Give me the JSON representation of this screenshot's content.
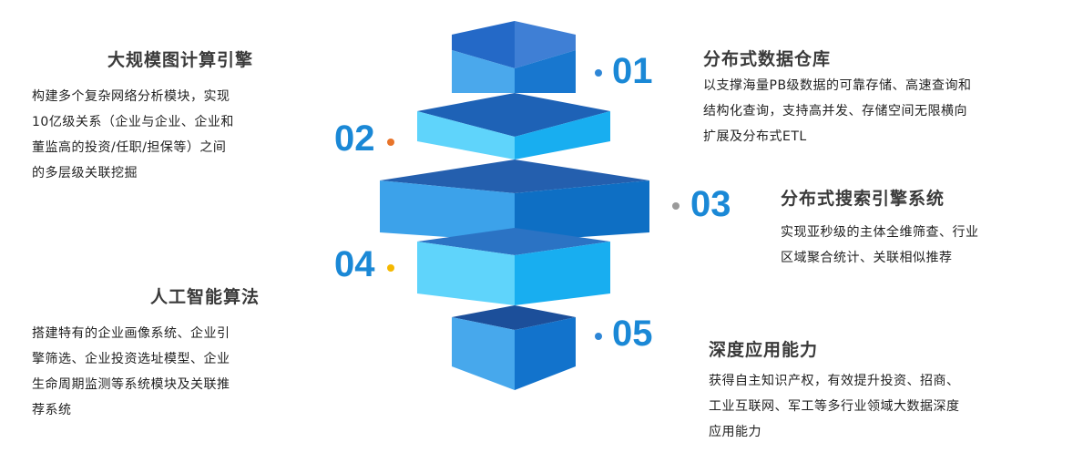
{
  "colors": {
    "number_blue": "#1a88d6",
    "dot_blue": "#2e86d6",
    "dot_orange": "#e8742a",
    "dot_gray": "#9a9a9a",
    "dot_yellow": "#f5b800"
  },
  "items": [
    {
      "number": "01",
      "title": "分布式数据仓库",
      "lines": [
        "以支撑海量PB级数据的可靠存储、高速查询和",
        "结构化查询，支持高并发、存储空间无限横向",
        "扩展及分布式ETL"
      ]
    },
    {
      "number": "02",
      "title": "大规模图计算引擎",
      "lines": [
        "构建多个复杂网络分析模块，实现",
        "10亿级关系（企业与企业、企业和",
        "董监高的投资/任职/担保等）之间",
        "的多层级关联挖掘"
      ]
    },
    {
      "number": "03",
      "title": "分布式搜索引擎系统",
      "lines": [
        "实现亚秒级的主体全维筛查、行业",
        "区域聚合统计、关联相似推荐"
      ]
    },
    {
      "number": "04",
      "title": "人工智能算法",
      "lines": [
        "搭建特有的企业画像系统、企业引",
        "擎筛选、企业投资选址模型、企业",
        "生命周期监测等系统模块及关联推",
        "荐系统"
      ]
    },
    {
      "number": "05",
      "title": "深度应用能力",
      "lines": [
        "获得自主知识产权，有效提升投资、招商、",
        "工业互联网、军工等多行业领域大数据深度",
        "应用能力"
      ]
    }
  ]
}
